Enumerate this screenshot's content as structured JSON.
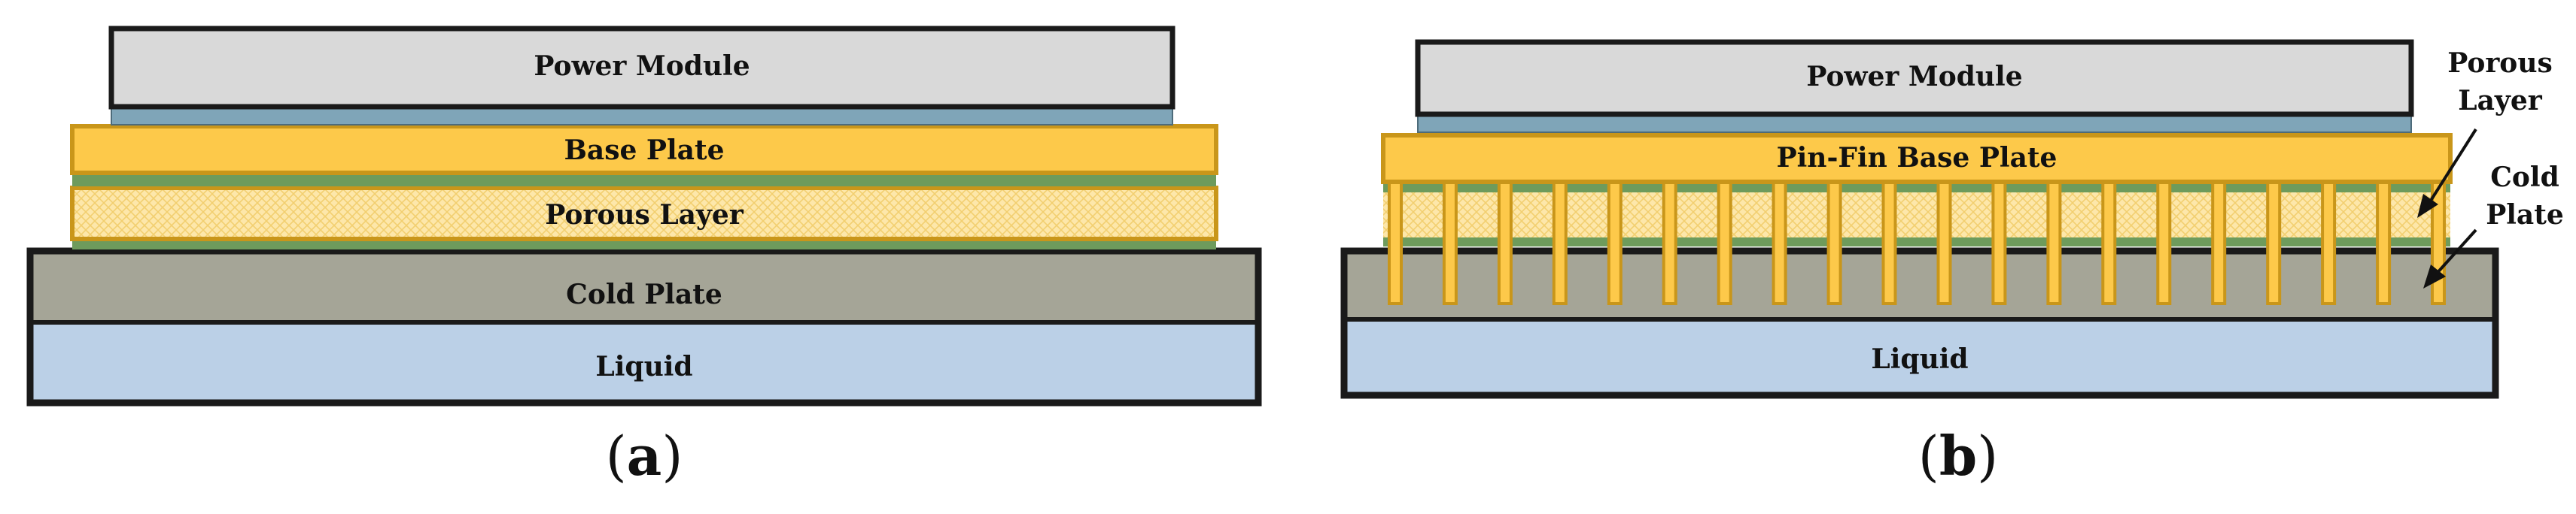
{
  "panel_a": {
    "labels": {
      "power_module": "Power Module",
      "base_plate": "Base Plate",
      "porous_layer": "Porous Layer",
      "cold_plate": "Cold Plate",
      "liquid": "Liquid"
    },
    "caption_open": "(",
    "caption_letter": "a",
    "caption_close": ")"
  },
  "panel_b": {
    "labels": {
      "power_module": "Power Module",
      "pin_fin_base_plate": "Pin-Fin Base Plate",
      "liquid": "Liquid"
    },
    "callouts": {
      "porous_line1": "Porous",
      "porous_line2": "Layer",
      "cold_line1": "Cold",
      "cold_line2": "Plate"
    },
    "pin_count": 20,
    "caption_open": "(",
    "caption_letter": "b",
    "caption_close": ")"
  },
  "colors": {
    "power_module": "#d9d9d9",
    "thermal_interface": "#7fa5b8",
    "base_plate": "#fdc94a",
    "plate_border": "#c9961a",
    "porous_fill": "#fde9b0",
    "green_bond": "#6e9b5c",
    "cold_plate": "#a5a597",
    "liquid": "#bbd0e7",
    "outline": "#1a1a1a"
  }
}
